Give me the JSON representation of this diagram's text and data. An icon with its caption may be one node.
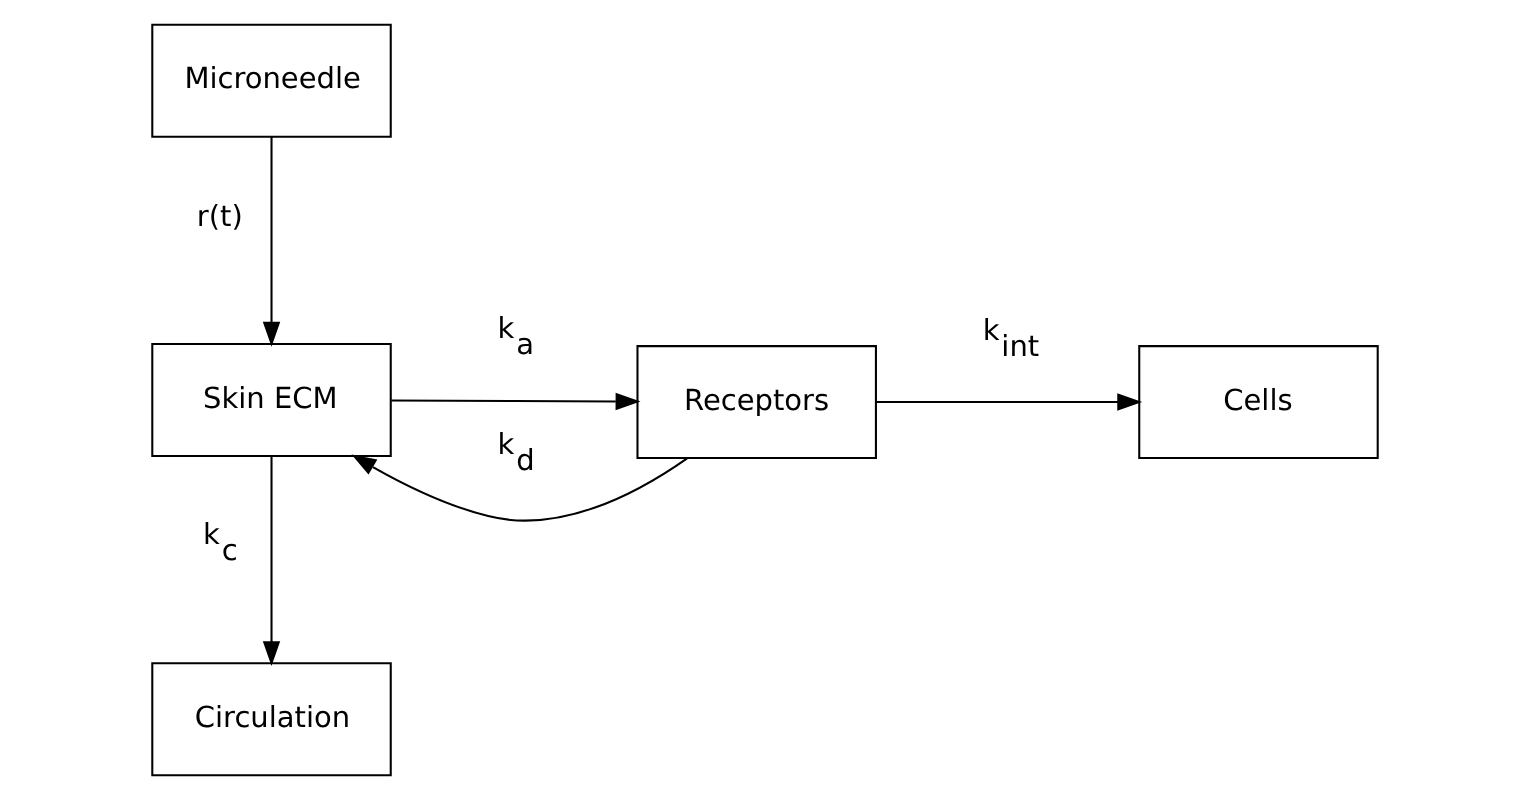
{
  "diagram": {
    "nodes": [
      {
        "text": [
          "Microneedle"
        ]
      },
      {
        "text": [
          "Skin ECM"
        ]
      },
      {
        "text": [
          "Receptors"
        ]
      },
      {
        "text": [
          "Cells"
        ]
      },
      {
        "text": [
          "Circulation"
        ]
      }
    ],
    "edges": [
      {
        "from": 0,
        "to": 1,
        "arrow": "to",
        "label": "r(t)"
      },
      {
        "from": 1,
        "to": 2,
        "arrow": "to",
        "label": "k$_{a}$"
      },
      {
        "from": 2,
        "to": 1,
        "arrow": "to",
        "label": "k$_{d}$"
      },
      {
        "from": 2,
        "to": 3,
        "arrow": "to",
        "label": "k$_{int}$"
      },
      {
        "from": 1,
        "to": 4,
        "arrow": "to",
        "label": "k$_{c}$"
      }
    ]
  }
}
